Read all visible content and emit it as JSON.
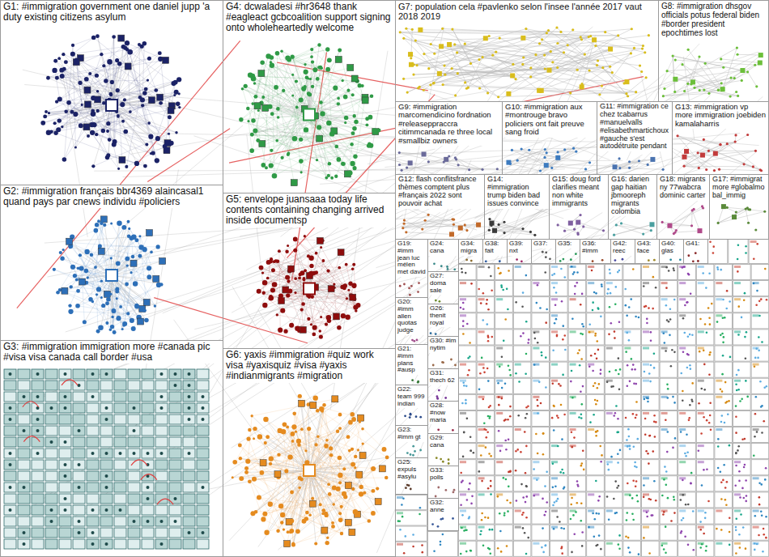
{
  "diagram": {
    "nodes": [
      {
        "text": [
          "G1: #immigration government one daniel jupp 'a duty existing citizens asylum"
        ]
      },
      {
        "text": [
          "G4: dcwaladesi #hr3648 thank #eagleact gcbcoalition support signing onto wholeheartedly welcome"
        ]
      },
      {
        "text": [
          "G7: population cela #pavlenko selon l'insee l'année 2017 vaut 2018 2019"
        ]
      },
      {
        "text": [
          "G8: #immigration dhsgov officials potus federal biden #border president epochtimes lost"
        ]
      },
      {
        "text": [
          "G9: #immigration marcomendicino fordnation #releaseppraccra citimmcanada re three local #smallbiz owners"
        ]
      },
      {
        "text": [
          "G10: #immigration aux #montrouge bravo policiers ont fait preuve sang froid"
        ]
      },
      {
        "text": [
          "G11: #immigration ce chez tcabarrus #manuelvalls #elisabethmartichoux #gauche s'est autodétruite pendant"
        ]
      },
      {
        "text": [
          "G13: #immigration vp more immigration joebiden kamalaharris"
        ]
      },
      {
        "text": [
          "G2: #immigration français bbr4369 alaincasal1 quand pays par cnews individu #policiers"
        ]
      },
      {
        "text": [
          "G5: envelope juansaaa today life contents containing changing arrived inside documentsp"
        ]
      },
      {
        "text": [
          "G12: flash conflitsfrance thèmes comptent plus #français 2022 sont pouvoir achat"
        ]
      },
      {
        "text": [
          "G14: #immigration trump biden bad issues convince"
        ]
      },
      {
        "text": [
          "G15: doug ford clarifies meant non white immigrants"
        ]
      },
      {
        "text": [
          "G16: darien gap haitian jbmooreph migrants colombia"
        ]
      },
      {
        "text": [
          "G18: migrants ny 77wabcra dominic carter"
        ]
      },
      {
        "text": [
          "G17: #immigrat more #globalmo bal_immig"
        ]
      },
      {
        "text": [
          "G19: #imm jean luc mélen met david"
        ]
      },
      {
        "text": [
          "G24: cana"
        ]
      },
      {
        "text": [
          "G34: migra"
        ]
      },
      {
        "text": [
          "G38: fait"
        ]
      },
      {
        "text": [
          "G39: nxt"
        ]
      },
      {
        "text": [
          "G37:"
        ]
      },
      {
        "text": [
          "G35:"
        ]
      },
      {
        "text": [
          "G36: #imm"
        ]
      },
      {
        "text": [
          "G42: reec"
        ]
      },
      {
        "text": [
          "G43: face"
        ]
      },
      {
        "text": [
          "G40: glas"
        ]
      },
      {
        "text": [
          "G41:"
        ]
      },
      {
        "text": [
          "G27: doma sale"
        ]
      },
      {
        "text": [
          "G20: #imm allen quotas judge"
        ]
      },
      {
        "text": [
          "G26: thenit royal"
        ]
      },
      {
        "text": [
          "G30: #im nytim"
        ]
      },
      {
        "text": [
          "G21: #imm plans #ausp"
        ]
      },
      {
        "text": [
          "G31: thech 62"
        ]
      },
      {
        "text": [
          "G28: #now maria"
        ]
      },
      {
        "text": [
          "G22: team 999 indian"
        ]
      },
      {
        "text": [
          "G29: cana"
        ]
      },
      {
        "text": [
          "G23: #imm gt"
        ]
      },
      {
        "text": [
          "G33: polls"
        ]
      },
      {
        "text": [
          "G25: expuls #asylu"
        ]
      },
      {
        "text": [
          "G32: anne"
        ]
      },
      {
        "text": [
          "G3: #immigration immigration more #canada pic #visa visa canada call border #usa"
        ]
      },
      {
        "text": [
          "G6: yaxis #immigration #quiz work visa #yaxisquiz #visa #yaxis #indianmigrants #migration"
        ]
      }
    ]
  }
}
